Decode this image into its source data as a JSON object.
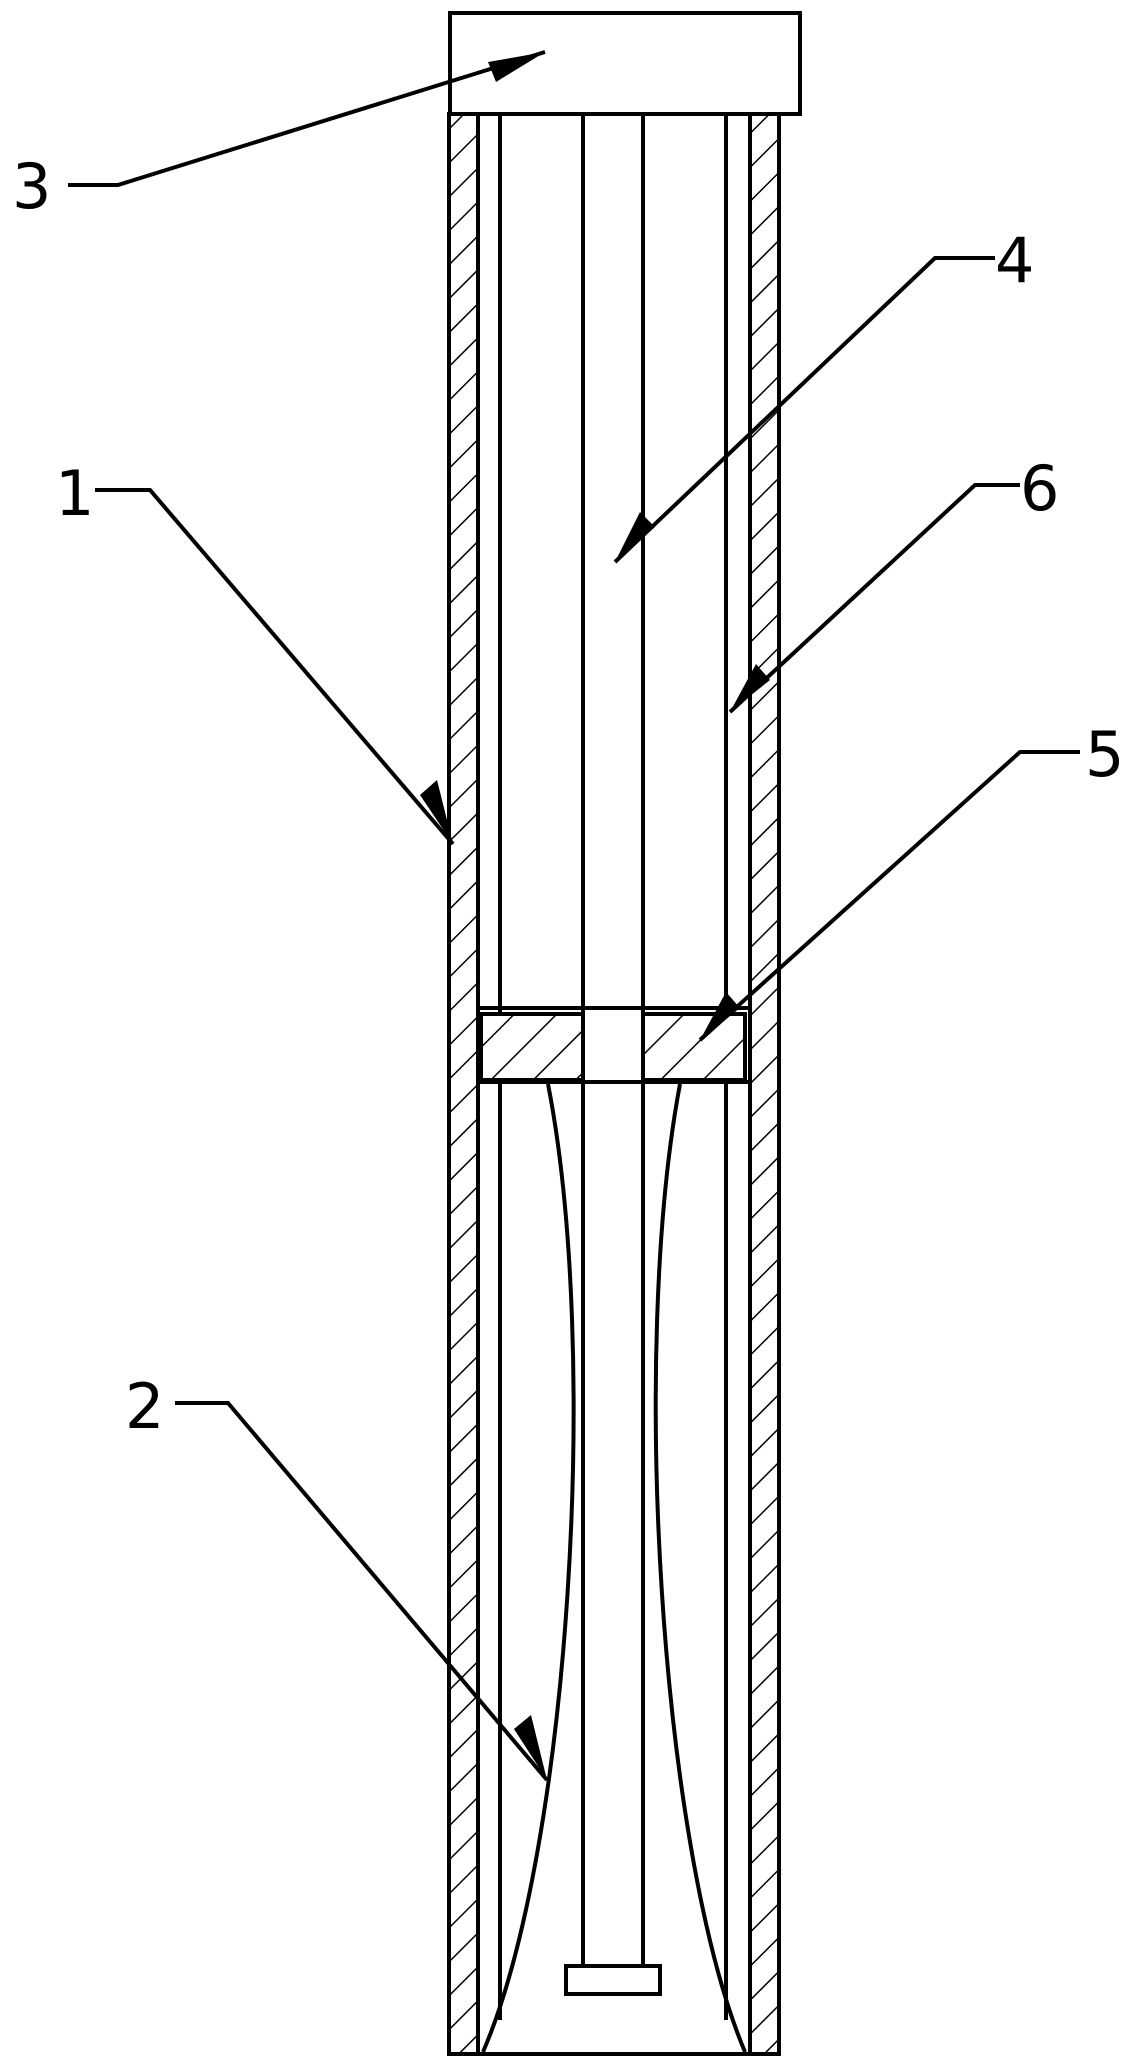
{
  "diagram": {
    "labels": {
      "part1": "1",
      "part2": "2",
      "part3": "3",
      "part4": "4",
      "part5": "5",
      "part6": "6"
    },
    "colors": {
      "line": "#000000",
      "background": "#ffffff"
    }
  }
}
